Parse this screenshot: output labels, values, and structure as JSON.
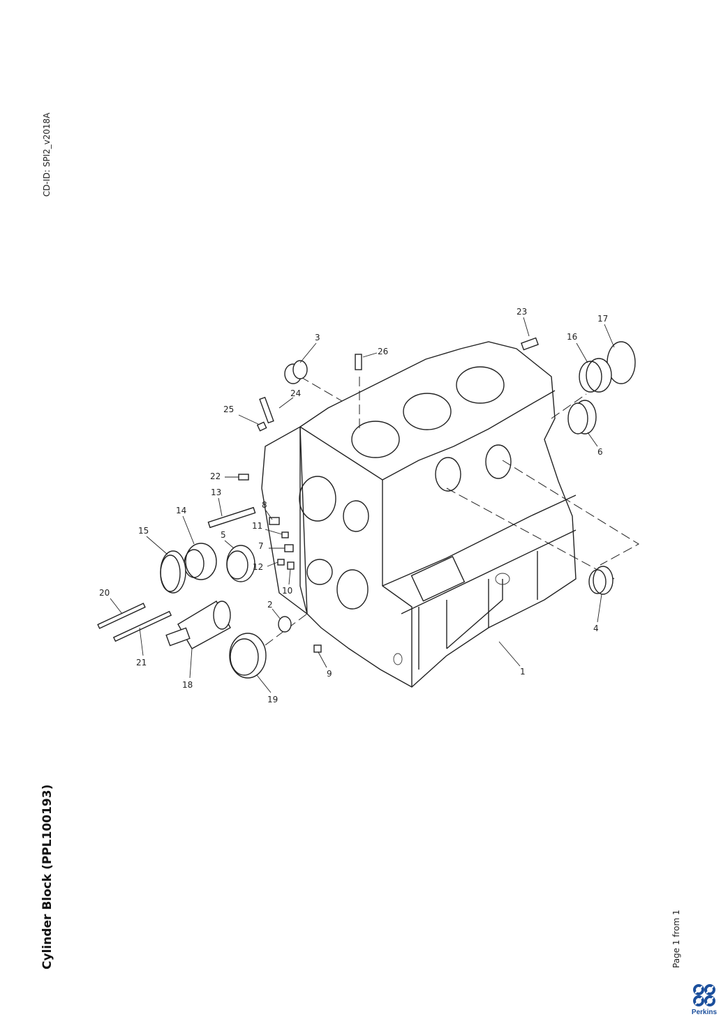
{
  "document": {
    "cd_id": "CD-ID: SPI2_v2018A",
    "title": "Cylinder Block (PPL100193)",
    "page_label": "Page 1 from 1",
    "logo": {
      "text": "Perkins",
      "color": "#1b4f9c"
    }
  },
  "diagram": {
    "callouts": [
      "1",
      "2",
      "3",
      "4",
      "5",
      "6",
      "7",
      "8",
      "9",
      "10",
      "11",
      "12",
      "13",
      "14",
      "15",
      "16",
      "17",
      "18",
      "19",
      "20",
      "21",
      "22",
      "23",
      "24",
      "25",
      "26"
    ]
  }
}
